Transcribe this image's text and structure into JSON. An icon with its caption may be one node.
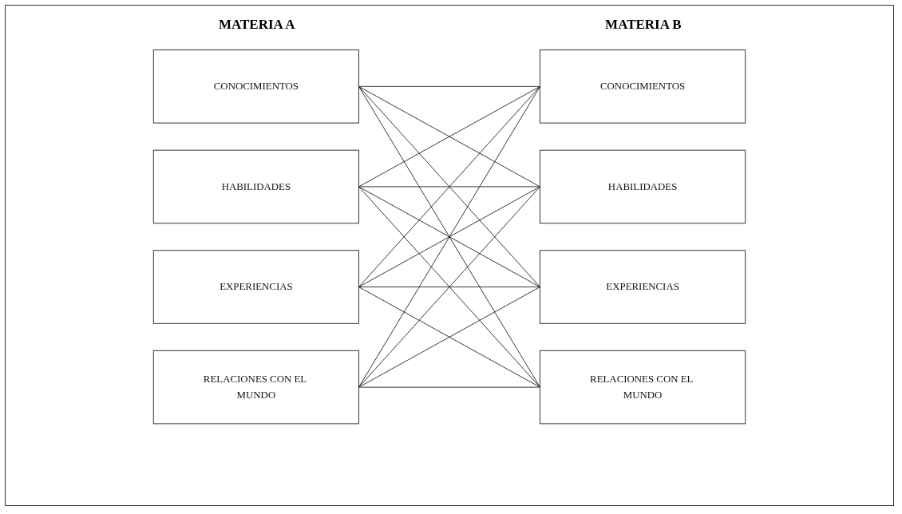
{
  "diagram": {
    "nodes": [
      {
        "text": [
          "CONOCIMIENTOS"
        ]
      },
      {
        "text": [
          "HABILIDADES"
        ]
      },
      {
        "text": [
          "EXPERIENCIAS"
        ]
      },
      {
        "text": [
          "RELACIONES CON EL MUNDO"
        ]
      },
      {
        "text": [
          "CONOCIMIENTOS"
        ]
      },
      {
        "text": [
          "HABILIDADES"
        ]
      },
      {
        "text": [
          "EXPERIENCIAS"
        ]
      },
      {
        "text": [
          "RELACIONES CON EL MUNDO"
        ]
      }
    ],
    "edges": [
      {
        "from": 0,
        "to": 4,
        "arrow": "none"
      },
      {
        "from": 0,
        "to": 5,
        "arrow": "none"
      },
      {
        "from": 0,
        "to": 6,
        "arrow": "none"
      },
      {
        "from": 0,
        "to": 7,
        "arrow": "none"
      },
      {
        "from": 1,
        "to": 4,
        "arrow": "none"
      },
      {
        "from": 1,
        "to": 5,
        "arrow": "none"
      },
      {
        "from": 1,
        "to": 6,
        "arrow": "none"
      },
      {
        "from": 1,
        "to": 7,
        "arrow": "none"
      },
      {
        "from": 2,
        "to": 4,
        "arrow": "none"
      },
      {
        "from": 2,
        "to": 5,
        "arrow": "none"
      },
      {
        "from": 2,
        "to": 6,
        "arrow": "none"
      },
      {
        "from": 2,
        "to": 7,
        "arrow": "none"
      },
      {
        "from": 3,
        "to": 4,
        "arrow": "none"
      },
      {
        "from": 3,
        "to": 5,
        "arrow": "none"
      },
      {
        "from": 3,
        "to": 6,
        "arrow": "none"
      },
      {
        "from": 3,
        "to": 7,
        "arrow": "none"
      }
    ],
    "labels": [
      "MATERIA A",
      "MATERIA B"
    ]
  }
}
